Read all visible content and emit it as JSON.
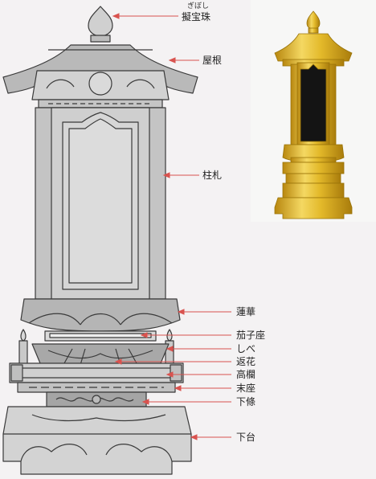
{
  "labels": {
    "gibooshu_ruby": "ぎぼし",
    "gibooshu": "擬宝珠",
    "yane": "屋根",
    "chusatsu": "柱札",
    "renge": "蓮華",
    "nasuko_za": "茄子座",
    "shibe": "しべ",
    "kaeribana": "返花",
    "takaran": "高欄",
    "matsuza": "末座",
    "gejo": "下條",
    "gedai": "下台"
  },
  "colors": {
    "stone_fill": "#cbcbcb",
    "stone_dark": "#9e9e9e",
    "outline": "#3a3a3a",
    "leader": "#d9534f",
    "gold": "#e8c233",
    "gold_dark": "#b48a12",
    "black_panel": "#141414"
  }
}
